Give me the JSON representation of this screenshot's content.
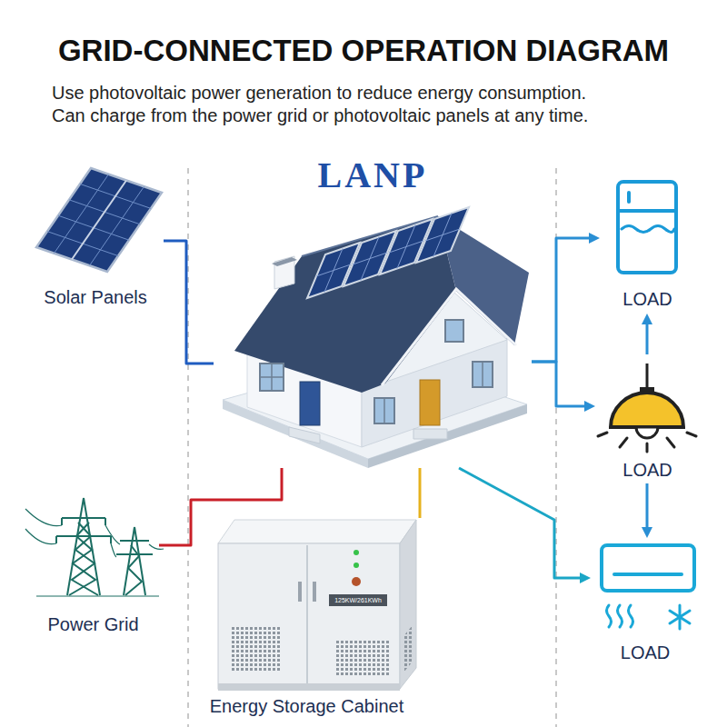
{
  "diagram": {
    "title": "GRID-CONNECTED OPERATION DIAGRAM",
    "caption": "Use photovoltaic power generation to reduce energy consumption. Can charge from the power grid or photovoltaic panels at any time.",
    "nodes": [
      {
        "text": [
          "Solar Panels"
        ]
      },
      {
        "text": [
          "LANP"
        ]
      },
      {
        "text": [
          "LOAD"
        ]
      },
      {
        "text": [
          "LOAD"
        ]
      },
      {
        "text": [
          "Power Grid"
        ]
      },
      {
        "text": [
          "125KW/261KWh",
          "Energy Storage Cabinet"
        ]
      },
      {
        "text": [
          "LOAD"
        ]
      }
    ],
    "edges": [
      {
        "from": 0,
        "to": 1,
        "arrow": "none"
      },
      {
        "from": 1,
        "to": 2,
        "arrow": "to"
      },
      {
        "from": 1,
        "to": 3,
        "arrow": "to"
      },
      {
        "from": 3,
        "to": 2,
        "arrow": "to"
      },
      {
        "from": 4,
        "to": 1,
        "arrow": "none"
      },
      {
        "from": 5,
        "to": 1,
        "arrow": "none"
      },
      {
        "from": 3,
        "to": 6,
        "arrow": "to"
      },
      {
        "from": 1,
        "to": 6,
        "arrow": "to"
      }
    ]
  }
}
